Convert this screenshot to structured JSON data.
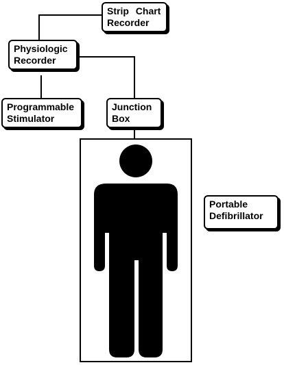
{
  "nodes": {
    "strip_chart_recorder": {
      "line1": "Strip Chart",
      "line2": "Recorder"
    },
    "physiologic_recorder": {
      "line1": "Physiologic",
      "line2": "Recorder"
    },
    "programmable_stimulator": {
      "line1": "Programmable",
      "line2": "Stimulator"
    },
    "junction_box": {
      "line1": "Junction",
      "line2": "Box"
    },
    "portable_defibrillator": {
      "line1": "Portable",
      "line2": "Defibrillator"
    }
  },
  "colors": {
    "line": "#000000",
    "figure": "#000000",
    "background": "#ffffff"
  }
}
